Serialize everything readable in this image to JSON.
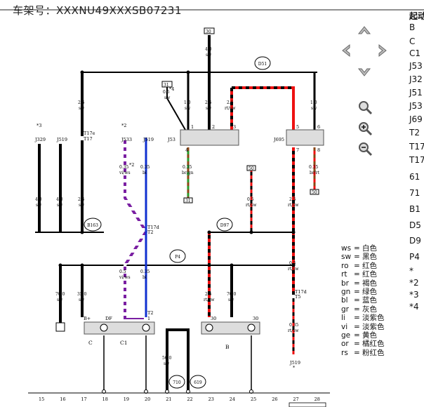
{
  "header": {
    "vin_label": "车架号：",
    "vin_value": "XXXNU49XXXSB07231"
  },
  "side_panel": {
    "heading": "起动",
    "items": [
      "B",
      "C",
      "C1",
      "J53",
      "J32",
      "J51",
      "J53",
      "J69",
      "T2",
      "T17",
      "T17",
      "61",
      "71",
      "B1",
      "D5",
      "D9",
      "P4",
      "*",
      "*2",
      "*3",
      "*4"
    ]
  },
  "color_key": [
    {
      "code": "ws",
      "name": "白色"
    },
    {
      "code": "sw",
      "name": "黑色"
    },
    {
      "code": "ro",
      "name": "红色"
    },
    {
      "code": "rt",
      "name": "红色"
    },
    {
      "code": "br",
      "name": "褐色"
    },
    {
      "code": "gn",
      "name": "绿色"
    },
    {
      "code": "bl",
      "name": "蓝色"
    },
    {
      "code": "gr",
      "name": "灰色"
    },
    {
      "code": "li",
      "name": "淡紫色"
    },
    {
      "code": "vi",
      "name": "淡紫色"
    },
    {
      "code": "ge",
      "name": "黄色"
    },
    {
      "code": "or",
      "name": "橘红色"
    },
    {
      "code": "rs",
      "name": "粉红色"
    }
  ],
  "diagram": {
    "top_labels": {
      "box30": "30",
      "box31": "31",
      "c30_1": "30",
      "c30_2": "30",
      "c50": "50",
      "c50_2": "50",
      "c31": "31"
    },
    "nodes": {
      "d51": "D51",
      "b163": "B163",
      "d97": "D97",
      "p4": "P4",
      "n710": "710",
      "n619": "619"
    },
    "wires": {
      "w1": {
        "size": "2.5",
        "color": "sw"
      },
      "w2": {
        "size": "1.0",
        "color": "sw"
      },
      "w3": {
        "size": "2.5",
        "color": "sw"
      },
      "w4": {
        "size": "2.5",
        "color": "rt/sw"
      },
      "w5": {
        "size": "1.0",
        "color": "sw"
      },
      "w6": {
        "size": "4.0",
        "color": "sw"
      },
      "w7": {
        "size": "0.5",
        "color": "sw"
      },
      "w8": {
        "size": "0.35",
        "color": "br/gn"
      },
      "w9": {
        "size": "0.35",
        "color": "br/rt"
      },
      "w10": {
        "size": "0.35",
        "color": "vi/ws"
      },
      "w11": {
        "size": "0.35",
        "color": "bl"
      },
      "w12": {
        "size": "0.5",
        "color": "rt/sw"
      },
      "w13": {
        "size": "2.5",
        "color": "rt/sw"
      },
      "w14": {
        "size": "4.0",
        "color": "sw"
      },
      "w15": {
        "size": "4.0",
        "color": "sw"
      },
      "w16": {
        "size": "2.5",
        "color": "sw"
      },
      "w17": {
        "size": "0.5",
        "color": "vi/ws"
      },
      "w18": {
        "size": "0.35",
        "color": "bl"
      },
      "w19": {
        "size": "70.0",
        "color": "sw"
      },
      "w20": {
        "size": "35.0",
        "color": "sw"
      },
      "w21": {
        "size": "2.5",
        "color": "rt/sw"
      },
      "w22": {
        "size": "70.0",
        "color": "sw"
      },
      "w23": {
        "size": "0.5",
        "color": "rt/sw"
      },
      "w24": {
        "size": "0.35",
        "color": "rt/sw"
      },
      "w25": {
        "size": "50.0",
        "color": "sw"
      }
    },
    "components": {
      "j329": "J329",
      "j519a": "J519",
      "j519b": "J519",
      "j519c": "J519",
      "j533a": "J533",
      "j53": "J53",
      "j695": "J695",
      "c": "C",
      "c1": "C1",
      "b": "B",
      "t17e": "T17e",
      "t17": "T17",
      "t17d": "T17d",
      "t12": "T2",
      "t17d2": "T17d",
      "t5": "T5",
      "t2": "T2",
      "bp": "B+",
      "df": "DF",
      "d1": "1",
      "b30": "30",
      "b30b": "30",
      "s3": "*3",
      "s2a": "*2",
      "s2b": "*2",
      "s4": "*4",
      "star": "*",
      "k1": "1",
      "k2": "2",
      "k3": "3",
      "k4": "4",
      "k5": "5",
      "k6": "6",
      "k7": "7",
      "k8": "8"
    },
    "bottom_numbers": [
      "15",
      "16",
      "17",
      "18",
      "19",
      "20",
      "21",
      "22",
      "23",
      "24",
      "25",
      "26",
      "27",
      "28"
    ]
  }
}
